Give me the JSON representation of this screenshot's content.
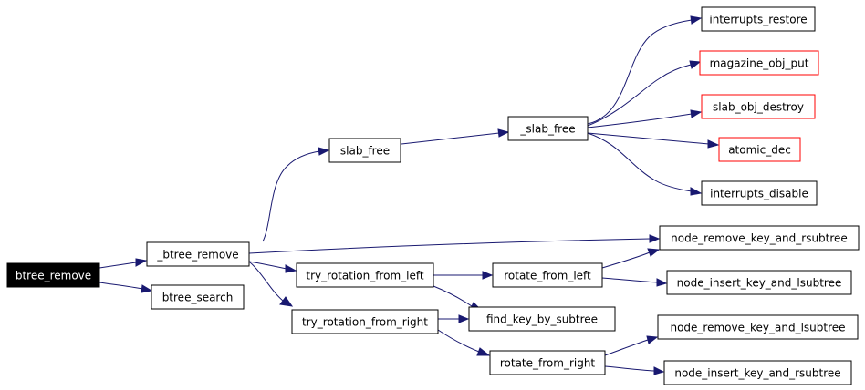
{
  "colors": {
    "edge": "#191970",
    "node_border": "#000000",
    "external_border": "#ff0000",
    "root_fill": "#000000"
  },
  "nodes": {
    "btree_remove": "btree_remove",
    "_btree_remove": "_btree_remove",
    "btree_search": "btree_search",
    "slab_free": "slab_free",
    "_slab_free": "_slab_free",
    "interrupts_restore": "interrupts_restore",
    "magazine_obj_put": "magazine_obj_put",
    "slab_obj_destroy": "slab_obj_destroy",
    "atomic_dec": "atomic_dec",
    "interrupts_disable": "interrupts_disable",
    "node_remove_key_and_rsubtree": "node_remove_key_and_rsubtree",
    "try_rotation_from_left": "try_rotation_from_left",
    "rotate_from_left": "rotate_from_left",
    "node_insert_key_and_lsubtree": "node_insert_key_and_lsubtree",
    "try_rotation_from_right": "try_rotation_from_right",
    "find_key_by_subtree": "find_key_by_subtree",
    "node_remove_key_and_lsubtree": "node_remove_key_and_lsubtree",
    "rotate_from_right": "rotate_from_right",
    "node_insert_key_and_rsubtree": "node_insert_key_and_rsubtree"
  }
}
